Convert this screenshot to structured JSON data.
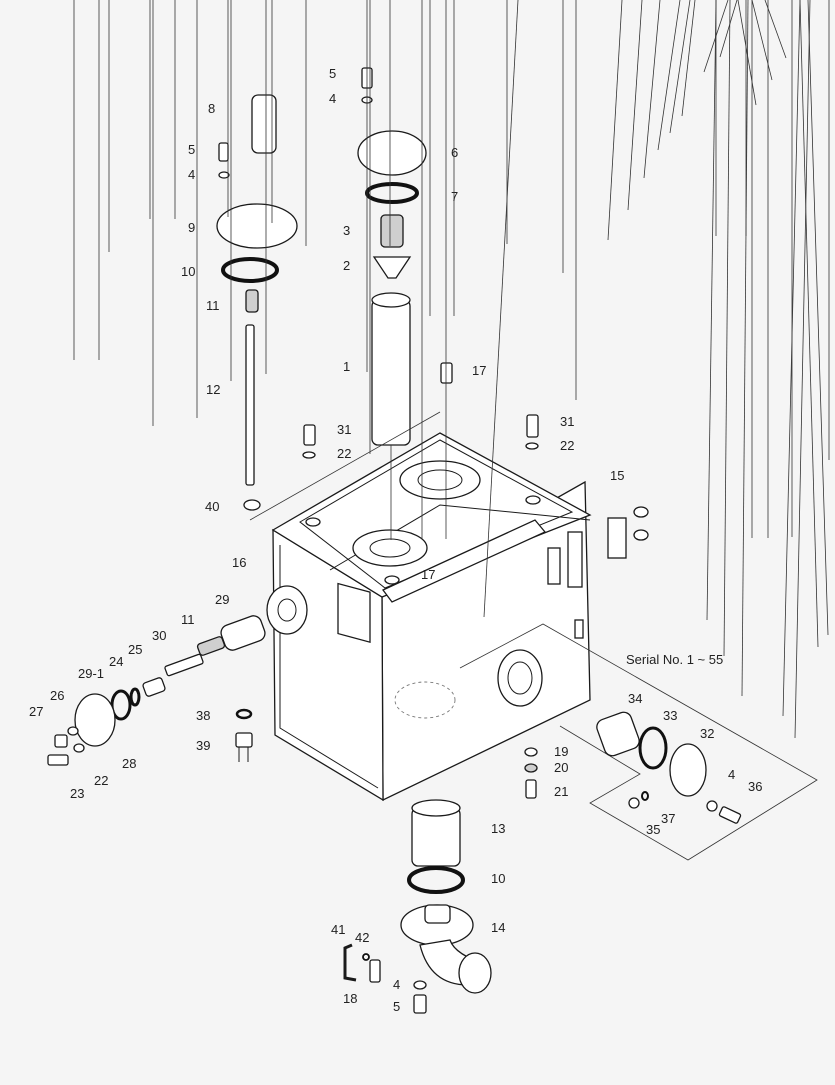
{
  "background": "#f5f5f5",
  "line_color": "#1a1a1a",
  "note": "Serial No. 1 ~ 55",
  "callouts": [
    {
      "id": "c-5a",
      "text": "5"
    },
    {
      "id": "c-4a",
      "text": "4"
    },
    {
      "id": "c-6",
      "text": "6"
    },
    {
      "id": "c-7",
      "text": "7"
    },
    {
      "id": "c-3",
      "text": "3"
    },
    {
      "id": "c-2",
      "text": "2"
    },
    {
      "id": "c-1",
      "text": "1"
    },
    {
      "id": "c-17a",
      "text": "17"
    },
    {
      "id": "c-8",
      "text": "8"
    },
    {
      "id": "c-5b",
      "text": "5"
    },
    {
      "id": "c-4b",
      "text": "4"
    },
    {
      "id": "c-9",
      "text": "9"
    },
    {
      "id": "c-10a",
      "text": "10"
    },
    {
      "id": "c-11a",
      "text": "11"
    },
    {
      "id": "c-12",
      "text": "12"
    },
    {
      "id": "c-40",
      "text": "40"
    },
    {
      "id": "c-31a",
      "text": "31"
    },
    {
      "id": "c-22a",
      "text": "22"
    },
    {
      "id": "c-31b",
      "text": "31"
    },
    {
      "id": "c-22b",
      "text": "22"
    },
    {
      "id": "c-15",
      "text": "15"
    },
    {
      "id": "c-16",
      "text": "16"
    },
    {
      "id": "c-17b",
      "text": "17"
    },
    {
      "id": "c-29",
      "text": "29"
    },
    {
      "id": "c-11b",
      "text": "11"
    },
    {
      "id": "c-30",
      "text": "30"
    },
    {
      "id": "c-25",
      "text": "25"
    },
    {
      "id": "c-24",
      "text": "24"
    },
    {
      "id": "c-29-1",
      "text": "29-1"
    },
    {
      "id": "c-26",
      "text": "26"
    },
    {
      "id": "c-27",
      "text": "27"
    },
    {
      "id": "c-22c",
      "text": "22"
    },
    {
      "id": "c-28",
      "text": "28"
    },
    {
      "id": "c-23",
      "text": "23"
    },
    {
      "id": "c-38",
      "text": "38"
    },
    {
      "id": "c-39",
      "text": "39"
    },
    {
      "id": "c-34",
      "text": "34"
    },
    {
      "id": "c-33",
      "text": "33"
    },
    {
      "id": "c-32",
      "text": "32"
    },
    {
      "id": "c-19",
      "text": "19"
    },
    {
      "id": "c-20",
      "text": "20"
    },
    {
      "id": "c-21",
      "text": "21"
    },
    {
      "id": "c-4c",
      "text": "4"
    },
    {
      "id": "c-36",
      "text": "36"
    },
    {
      "id": "c-37",
      "text": "37"
    },
    {
      "id": "c-35",
      "text": "35"
    },
    {
      "id": "c-13",
      "text": "13"
    },
    {
      "id": "c-10b",
      "text": "10"
    },
    {
      "id": "c-14",
      "text": "14"
    },
    {
      "id": "c-41",
      "text": "41"
    },
    {
      "id": "c-42",
      "text": "42"
    },
    {
      "id": "c-18",
      "text": "18"
    },
    {
      "id": "c-4d",
      "text": "4"
    },
    {
      "id": "c-5c",
      "text": "5"
    }
  ]
}
